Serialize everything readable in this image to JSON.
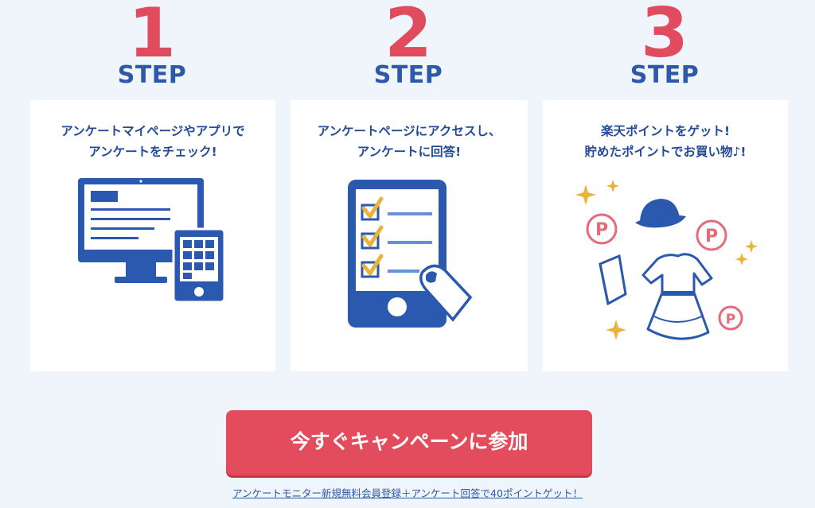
{
  "steps": [
    {
      "number": "1",
      "word": "STEP",
      "lines": [
        "アンケートマイページやアプリで",
        "アンケートをチェック!"
      ],
      "illustration": "monitor-and-tablet-icon"
    },
    {
      "number": "2",
      "word": "STEP",
      "lines": [
        "アンケートページにアクセスし、",
        "アンケートに回答!"
      ],
      "illustration": "checklist-phone-icon"
    },
    {
      "number": "3",
      "word": "STEP",
      "lines": [
        "楽天ポイントをゲット!",
        "貯めたポイントでお買い物♪!"
      ],
      "illustration": "points-shopping-icon"
    }
  ],
  "cta": {
    "label": "今すぐキャンペーンに参加",
    "note": "アンケートモニター新規無料会員登録＋アンケート回答で40ポイントゲット！"
  },
  "colors": {
    "background": "#f0f4fb",
    "step_number": "#e04b5e",
    "step_word": "#2e58a8",
    "card_text": "#234a96",
    "illustration_blue": "#2b59b0",
    "accent_yellow": "#e8b53a",
    "point_pink": "#e66a7a",
    "cta": "#e24c5c"
  }
}
